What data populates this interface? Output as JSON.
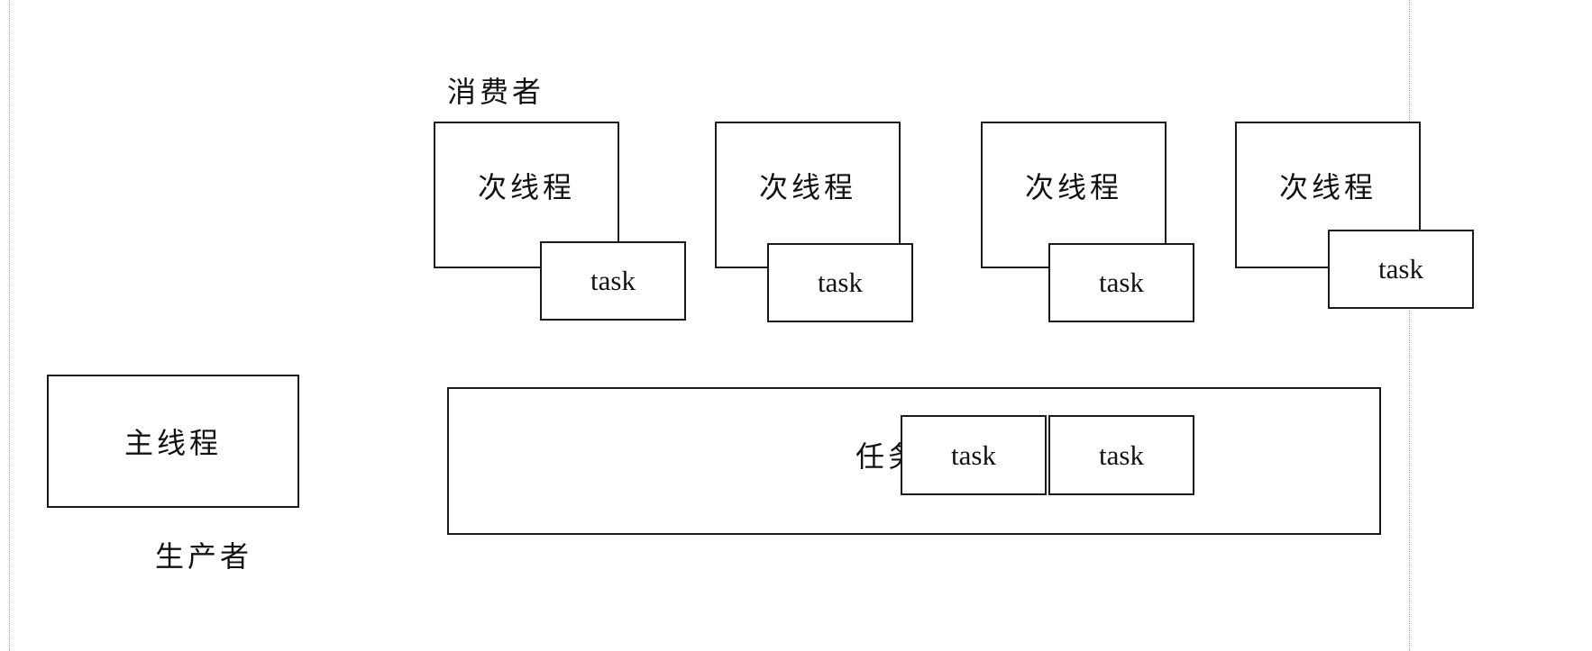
{
  "producer": {
    "thread": "主线程",
    "role": "生产者"
  },
  "consumer": {
    "role": "消费者",
    "threads": [
      {
        "label": "次线程",
        "task": "task"
      },
      {
        "label": "次线程",
        "task": "task"
      },
      {
        "label": "次线程",
        "task": "task"
      },
      {
        "label": "次线程",
        "task": "task"
      }
    ]
  },
  "queue": {
    "label": "任务",
    "tasks": [
      "task",
      "task"
    ]
  }
}
